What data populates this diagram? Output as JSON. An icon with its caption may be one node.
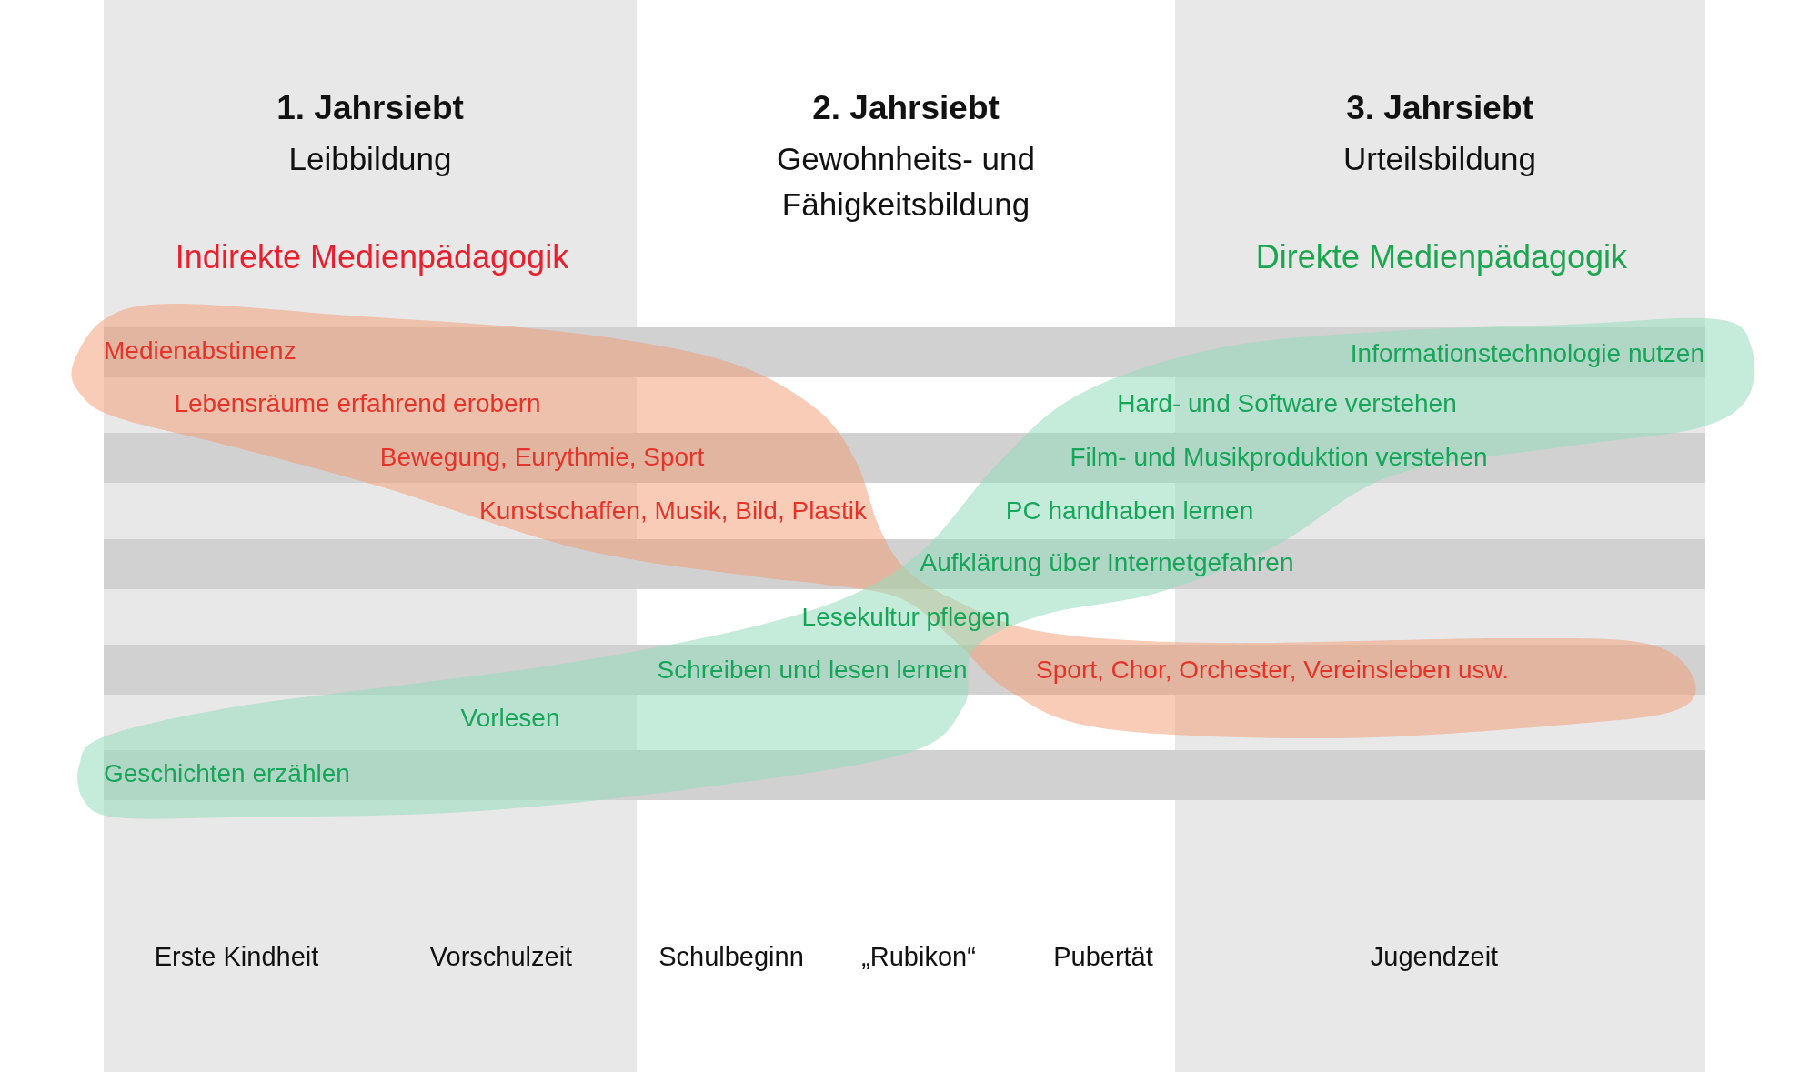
{
  "diagram": {
    "nodes": [
      {
        "text": [
          "Medienabstinenz",
          "Lebensräume erfahrend erobern",
          "Bewegung, Eurythmie, Sport",
          "Kunstschaffen, Musik, Bild, Plastik",
          "Sport, Chor, Orchester, Vereinsleben usw."
        ]
      },
      {
        "text": [
          "Informationstechnologie nutzen",
          "Hard- und Software verstehen",
          "Film- und Musikproduktion verstehen",
          "PC handhaben lernen",
          "Aufklärung über Internetgefahren",
          "Lesekultur pflegen",
          "Schreiben und lesen lernen",
          "Vorlesen",
          "Geschichten erzählen"
        ]
      }
    ],
    "labels": [
      "1. Jahrsiebt",
      "2. Jahrsiebt",
      "3. Jahrsiebt",
      "Leibbildung",
      "Gewohnheits- und Fähigkeitsbildung",
      "Urteilsbildung",
      "Indirekte Medienpädagogik",
      "Direkte Medienpädagogik",
      "Erste Kindheit",
      "Vorschulzeit",
      "Schulbeginn",
      "„Rubikon“",
      "Pubertät",
      "Jugendzeit"
    ]
  }
}
